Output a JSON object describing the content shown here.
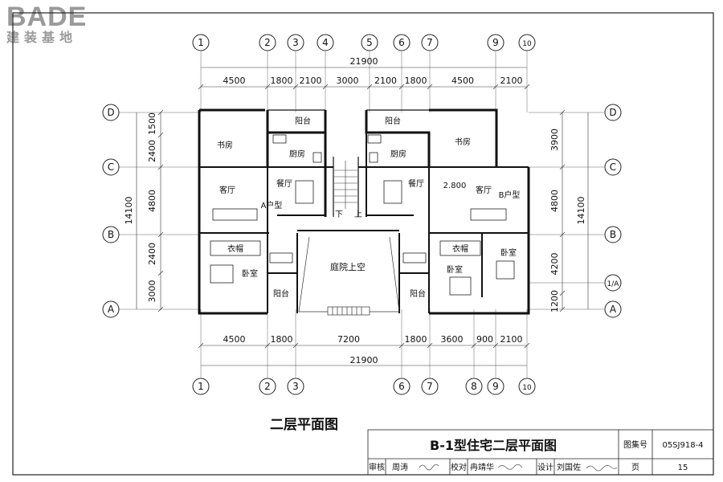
{
  "logo": {
    "word": "BADE",
    "sub": "建装基地"
  },
  "drawing_title": "二层平面图",
  "axes_top": [
    "1",
    "2",
    "3",
    "4",
    "5",
    "6",
    "7",
    "9",
    "10"
  ],
  "axes_bottom": [
    "1",
    "2",
    "3",
    "6",
    "7",
    "8",
    "9",
    "10"
  ],
  "axes_left": [
    "D",
    "C",
    "B",
    "A"
  ],
  "axes_right": [
    "D",
    "C",
    "B",
    "1/A",
    "A"
  ],
  "dims": {
    "total_top": "21900",
    "top_segments": [
      "4500",
      "1800",
      "2100",
      "3000",
      "2100",
      "1800",
      "4500",
      "2100"
    ],
    "bottom_segments": [
      "4500",
      "1800",
      "7200",
      "1800",
      "3600",
      "900",
      "2100"
    ],
    "total_bottom": "21900",
    "left_segments": [
      "1500",
      "2400",
      "4800",
      "2400",
      "3000"
    ],
    "left_total": "14100",
    "right_segments": [
      "3900",
      "4800",
      "4200",
      "1200"
    ],
    "right_total": "14100"
  },
  "rooms": {
    "study_l": "书房",
    "balcony_tl": "阳台",
    "kitchen_l": "厨房",
    "living_l": "客厅",
    "dining_l": "餐厅",
    "unit_a": "A户型",
    "closet_l": "衣帽",
    "bedroom_l": "卧室",
    "balcony_bl": "阳台",
    "stair_down": "下",
    "stair_up": "上",
    "courtyard": "庭院上空",
    "balcony_tr": "阳台",
    "kitchen_r": "厨房",
    "study_r": "书房",
    "dining_r": "餐厅",
    "elev": "2.800",
    "living_r": "客厅",
    "unit_b": "B户型",
    "closet_r": "衣帽",
    "bedroom_r1": "卧室",
    "bedroom_r2": "卧室",
    "balcony_br": "阳台"
  },
  "titleblock": {
    "title": "B-1型住宅二层平面图",
    "atlas_label": "图集号",
    "atlas_no": "05SJ918-4",
    "review_label": "审核",
    "review_name": "周涛",
    "check_label": "校对",
    "check_name": "冉靖华",
    "design_label": "设计",
    "design_name": "刘国佐",
    "page_label": "页",
    "page_no": "15"
  }
}
